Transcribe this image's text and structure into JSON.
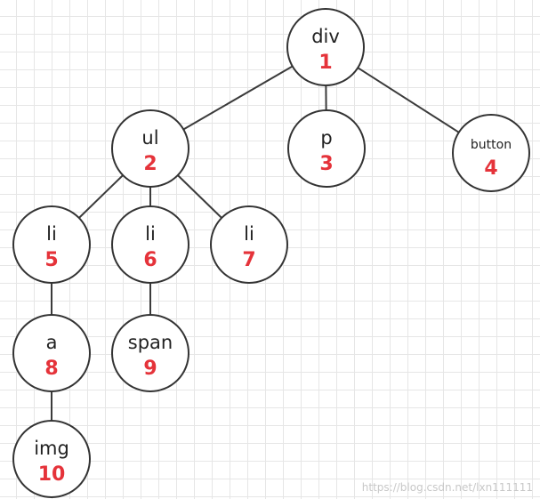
{
  "nodes": [
    {
      "id": "n1",
      "tag": "div",
      "num": "1"
    },
    {
      "id": "n2",
      "tag": "ul",
      "num": "2"
    },
    {
      "id": "n3",
      "tag": "p",
      "num": "3"
    },
    {
      "id": "n4",
      "tag": "button",
      "num": "4"
    },
    {
      "id": "n5",
      "tag": "li",
      "num": "5"
    },
    {
      "id": "n6",
      "tag": "li",
      "num": "6"
    },
    {
      "id": "n7",
      "tag": "li",
      "num": "7"
    },
    {
      "id": "n8",
      "tag": "a",
      "num": "8"
    },
    {
      "id": "n9",
      "tag": "span",
      "num": "9"
    },
    {
      "id": "n10",
      "tag": "img",
      "num": "10"
    }
  ],
  "edges": [
    [
      "n1",
      "n2"
    ],
    [
      "n1",
      "n3"
    ],
    [
      "n1",
      "n4"
    ],
    [
      "n2",
      "n5"
    ],
    [
      "n2",
      "n6"
    ],
    [
      "n2",
      "n7"
    ],
    [
      "n5",
      "n8"
    ],
    [
      "n6",
      "n9"
    ],
    [
      "n8",
      "n10"
    ]
  ],
  "colors": {
    "tag_text": "#222222",
    "number_text": "#e5333a",
    "stroke": "#333333",
    "grid": "#e6e6e6"
  },
  "watermark": "https://blog.csdn.net/lxn111111"
}
